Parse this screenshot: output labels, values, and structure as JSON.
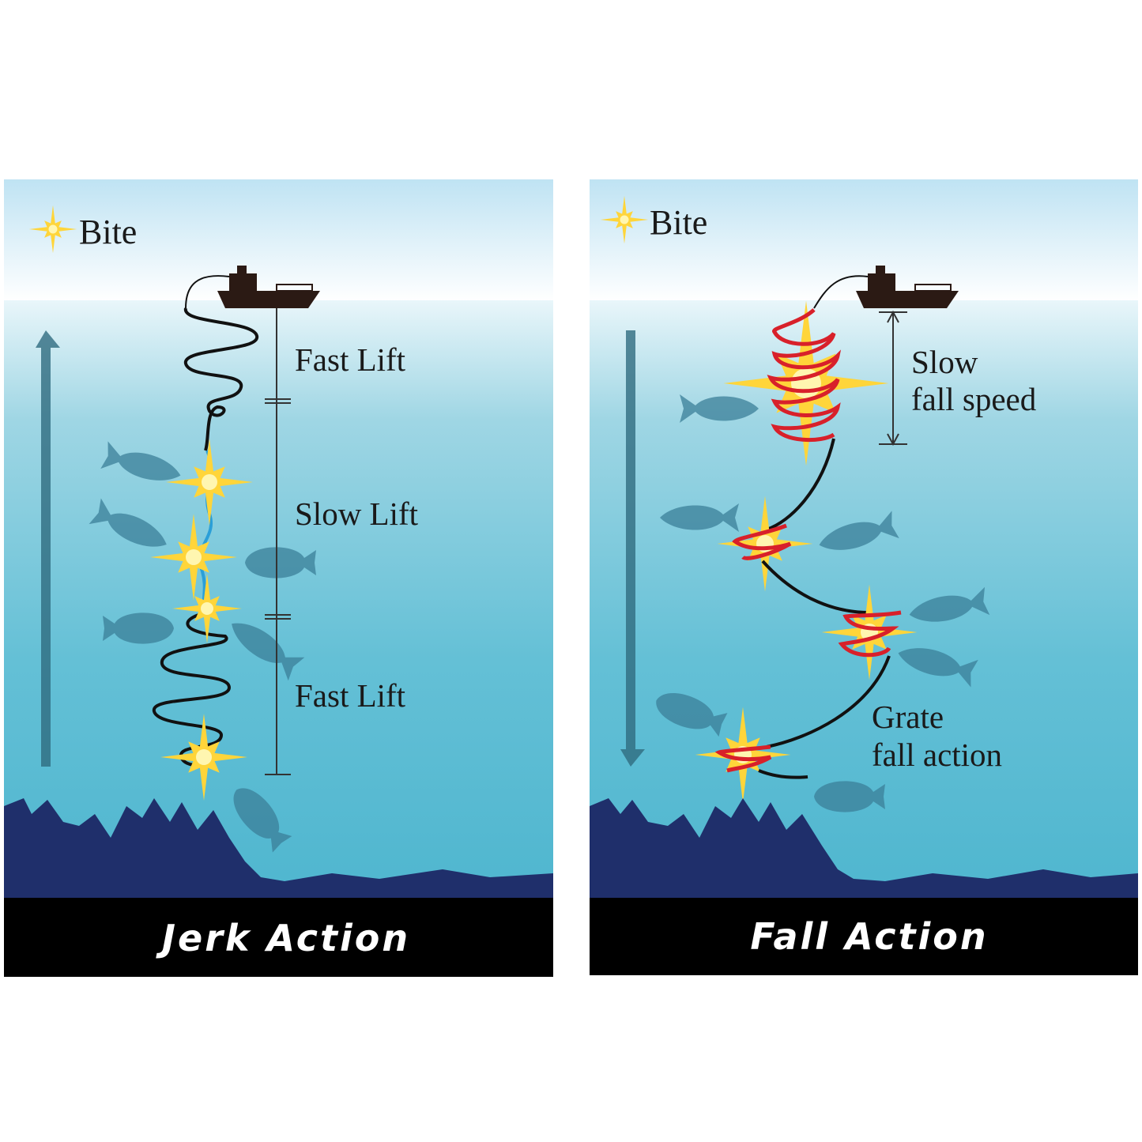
{
  "panels": [
    {
      "bite_label": "Bite",
      "title": "Jerk Action",
      "labels": [
        "Fast Lift",
        "Slow Lift",
        "Fast Lift"
      ]
    },
    {
      "bite_label": "Bite",
      "title": "Fall Action",
      "labels_top": [
        "Slow",
        "fall speed"
      ],
      "labels_bottom": [
        "Grate",
        "fall action"
      ]
    }
  ],
  "colors": {
    "sky_top": "#bfe3f3",
    "water_top": "#dff2f7",
    "water_bottom": "#58bdd3",
    "seabed": "#1f2f6b",
    "footer": "#000000",
    "star": "#ffd53a",
    "jig_red": "#d8202a",
    "line_blue": "#2a9fd8"
  }
}
